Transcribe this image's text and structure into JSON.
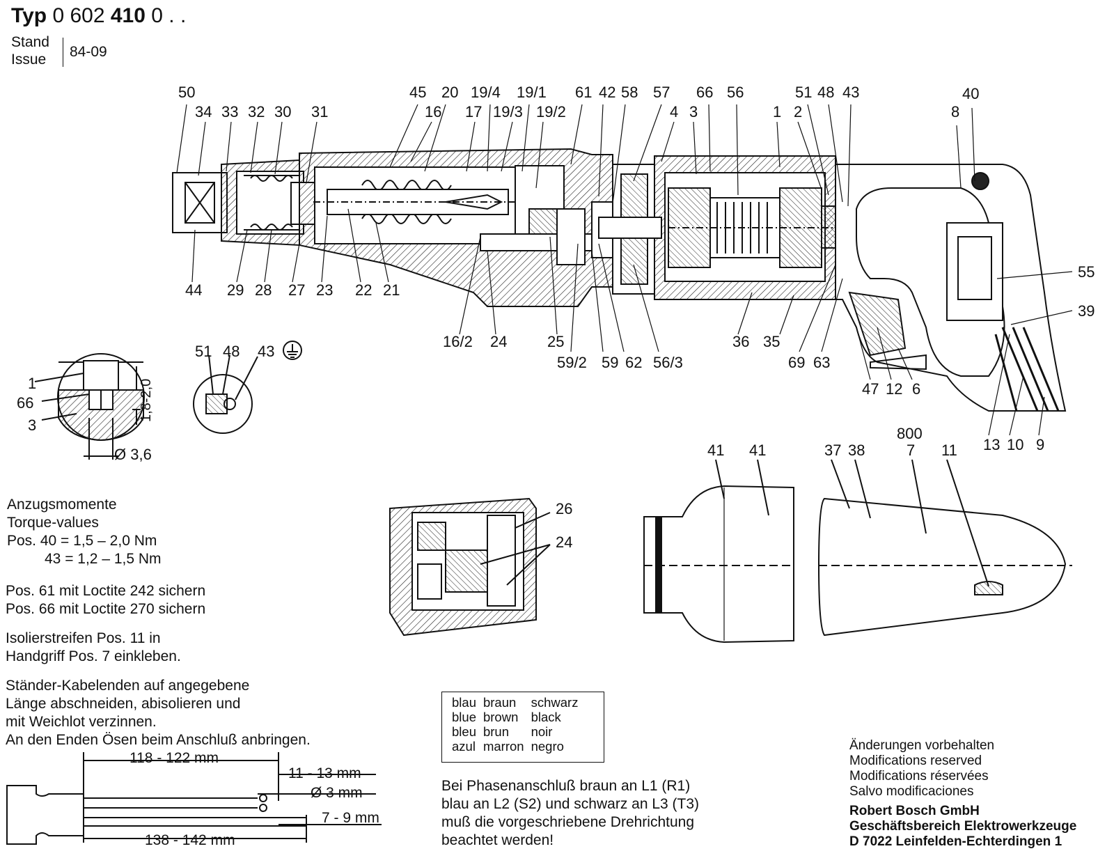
{
  "header": {
    "typ_prefix": "Typ",
    "typ_part1": "0 602",
    "typ_part2": "410",
    "typ_part3": "0 . .",
    "stand": "Stand",
    "issue": "Issue",
    "date": "84-09"
  },
  "callouts": {
    "main_top": [
      "50",
      "34",
      "33",
      "32",
      "30",
      "31",
      "45",
      "20",
      "19/4",
      "19/1",
      "16",
      "17",
      "19/3",
      "19/2",
      "61",
      "42",
      "58",
      "57",
      "66",
      "56",
      "4",
      "3",
      "51",
      "48",
      "43",
      "1",
      "2",
      "40",
      "8"
    ],
    "main_bottom": [
      "44",
      "29",
      "28",
      "27",
      "23",
      "22",
      "21",
      "16/2",
      "24",
      "25",
      "59/2",
      "59",
      "62",
      "56/3",
      "36",
      "35",
      "69",
      "63",
      "47",
      "12",
      "6",
      "55",
      "39",
      "13",
      "10",
      "9"
    ],
    "detail_left": [
      "1",
      "66",
      "3"
    ],
    "detail_dims": [
      "1,8-2,0",
      "Ø 3,6"
    ],
    "detail_mid": [
      "51",
      "48",
      "43"
    ],
    "gear_detail": [
      "26",
      "24"
    ],
    "handle": [
      "41",
      "41",
      "37",
      "38",
      "800",
      "7",
      "11"
    ]
  },
  "torque": {
    "title_de": "Anzugsmomente",
    "title_en": "Torque-values",
    "line1": "Pos. 40 = 1,5 – 2,0 Nm",
    "line2": "43 = 1,2 – 1,5 Nm"
  },
  "notes": {
    "loctite1": "Pos. 61 mit Loctite 242 sichern",
    "loctite2": "Pos. 66 mit Loctite 270 sichern",
    "strip1": "Isolierstreifen Pos. 11 in",
    "strip2": "Handgriff Pos. 7 einkleben.",
    "cable1": "Ständer-Kabelenden auf angegebene",
    "cable2": "Länge abschneiden, abisolieren und",
    "cable3": "mit Weichlot verzinnen.",
    "cable4": "An den Enden Ösen beim Anschluß anbringen."
  },
  "cable_dims": {
    "d1": "118 - 122 mm",
    "d2": "11 - 13 mm",
    "d3": "Ø 3 mm",
    "d4": "7 - 9 mm",
    "d5": "138 - 142 mm"
  },
  "colors_table": [
    [
      "blau",
      "braun",
      "schwarz"
    ],
    [
      "blue",
      "brown",
      "black"
    ],
    [
      "bleu",
      "brun",
      "noir"
    ],
    [
      "azul",
      "marron",
      "negro"
    ]
  ],
  "phase_note": [
    "Bei Phasenanschluß braun an L1 (R1)",
    "blau an L2 (S2) und schwarz an L3 (T3)",
    "muß die vorgeschriebene Drehrichtung",
    "beachtet werden!"
  ],
  "modifications": [
    "Änderungen vorbehalten",
    "Modifications reserved",
    "Modifications réservées",
    "Salvo modificaciones"
  ],
  "company": [
    "Robert Bosch GmbH",
    "Geschäftsbereich Elektrowerkzeuge",
    "D 7022 Leinfelden-Echterdingen 1"
  ]
}
